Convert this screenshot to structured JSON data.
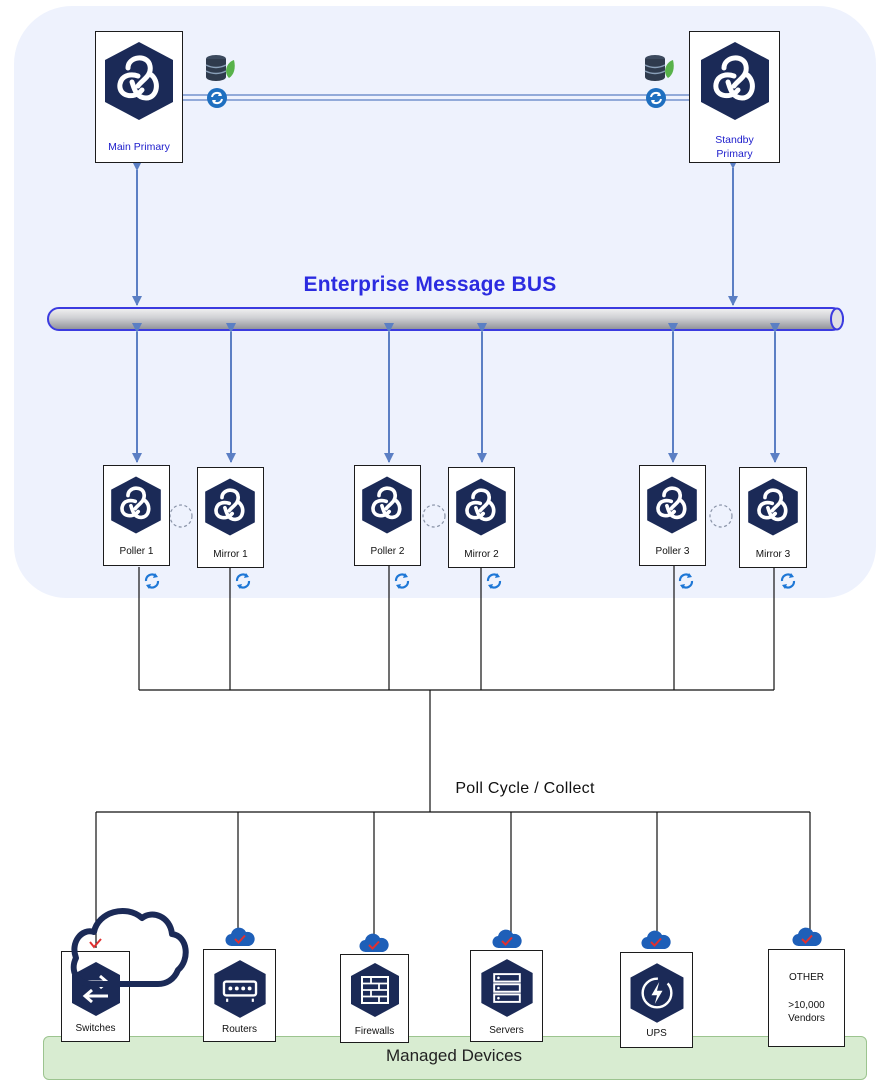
{
  "bus": {
    "title": "Enterprise Message BUS"
  },
  "primaries": {
    "main": "Main Primary",
    "standby_line1": "Standby",
    "standby_line2": "Primary"
  },
  "pollers": [
    {
      "label": "Poller 1",
      "mirror": "Mirror 1"
    },
    {
      "label": "Poller 2",
      "mirror": "Mirror 2"
    },
    {
      "label": "Poller 3",
      "mirror": "Mirror 3"
    }
  ],
  "poll_cycle": "Poll Cycle / Collect",
  "devices": {
    "switches": "Switches",
    "routers": "Routers",
    "firewalls": "Firewalls",
    "servers": "Servers",
    "ups": "UPS",
    "other_title": "OTHER",
    "other_line1": ">10,000",
    "other_line2": "Vendors"
  },
  "managed_devices": "Managed Devices",
  "colors": {
    "panel": "#eef2fd",
    "accent_blue": "#2b2be0",
    "arrow": "#5b7fc4",
    "logo": "#1b2a57",
    "sync": "#1e77d6",
    "check": "#e03030",
    "devices_bar": "#d8ecd1"
  }
}
